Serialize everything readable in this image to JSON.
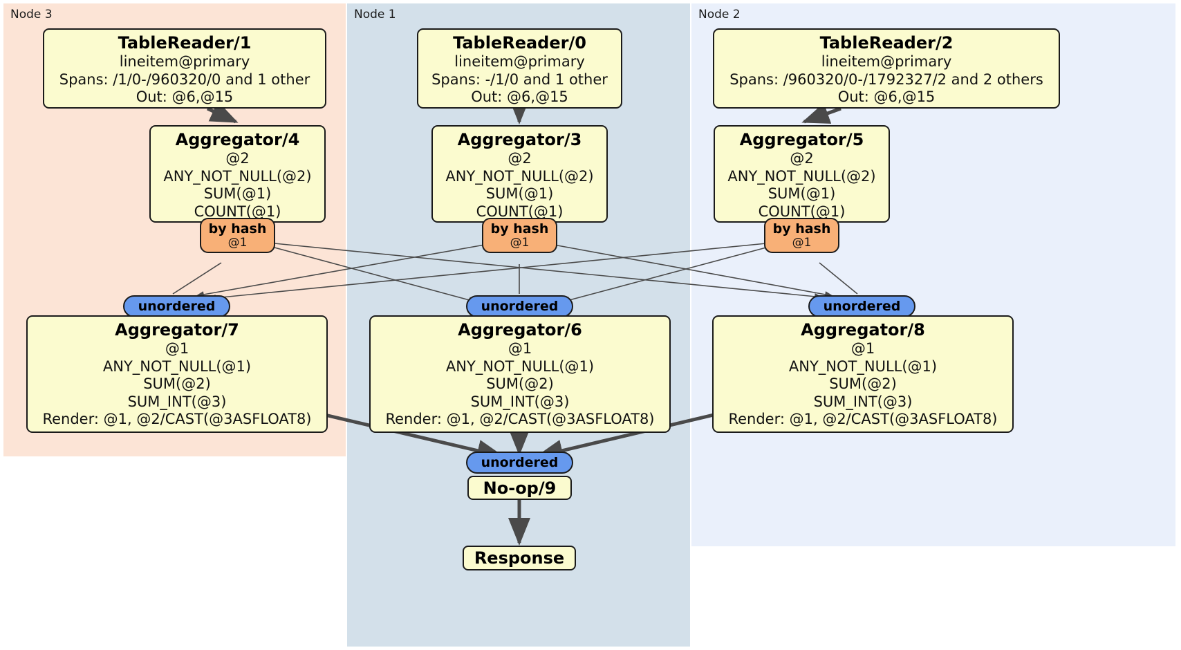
{
  "diagram": {
    "type": "distributed-query-plan",
    "colors": {
      "node3_region": "#fce4d6",
      "node1_region": "#d3e0ea",
      "node2_region": "#eaf0fb",
      "processor_box": "#fbfbcf",
      "by_hash_router": "#f8b077",
      "unordered_synchronizer": "#6699ee",
      "stroke": "#1a1a1a"
    }
  },
  "regions": [
    {
      "label": "Node 3"
    },
    {
      "label": "Node 1"
    },
    {
      "label": "Node 2"
    }
  ],
  "processors": {
    "table_reader_1": {
      "title": "TableReader/1",
      "lines": [
        "lineitem@primary",
        "Spans: /1/0-/960320/0 and 1 other",
        "Out: @6,@15"
      ]
    },
    "table_reader_0": {
      "title": "TableReader/0",
      "lines": [
        "lineitem@primary",
        "Spans: -/1/0 and 1 other",
        "Out: @6,@15"
      ]
    },
    "table_reader_2": {
      "title": "TableReader/2",
      "lines": [
        "lineitem@primary",
        "Spans: /960320/0-/1792327/2 and 2 others",
        "Out: @6,@15"
      ]
    },
    "aggregator_4": {
      "title": "Aggregator/4",
      "lines": [
        "@2",
        "ANY_NOT_NULL(@2)",
        "SUM(@1)",
        "COUNT(@1)"
      ]
    },
    "aggregator_3": {
      "title": "Aggregator/3",
      "lines": [
        "@2",
        "ANY_NOT_NULL(@2)",
        "SUM(@1)",
        "COUNT(@1)"
      ]
    },
    "aggregator_5": {
      "title": "Aggregator/5",
      "lines": [
        "@2",
        "ANY_NOT_NULL(@2)",
        "SUM(@1)",
        "COUNT(@1)"
      ]
    },
    "aggregator_7": {
      "title": "Aggregator/7",
      "lines": [
        "@1",
        "ANY_NOT_NULL(@1)",
        "SUM(@2)",
        "SUM_INT(@3)",
        "Render: @1, @2/CAST(@3ASFLOAT8)"
      ]
    },
    "aggregator_6": {
      "title": "Aggregator/6",
      "lines": [
        "@1",
        "ANY_NOT_NULL(@1)",
        "SUM(@2)",
        "SUM_INT(@3)",
        "Render: @1, @2/CAST(@3ASFLOAT8)"
      ]
    },
    "aggregator_8": {
      "title": "Aggregator/8",
      "lines": [
        "@1",
        "ANY_NOT_NULL(@1)",
        "SUM(@2)",
        "SUM_INT(@3)",
        "Render: @1, @2/CAST(@3ASFLOAT8)"
      ]
    },
    "no_op_9": {
      "title": "No-op/9"
    },
    "response": {
      "title": "Response"
    }
  },
  "routers": {
    "hash_left": {
      "label": "by hash",
      "sub": "@1"
    },
    "hash_mid": {
      "label": "by hash",
      "sub": "@1"
    },
    "hash_right": {
      "label": "by hash",
      "sub": "@1"
    }
  },
  "synchronizers": {
    "unordered_left": {
      "label": "unordered"
    },
    "unordered_mid": {
      "label": "unordered"
    },
    "unordered_right": {
      "label": "unordered"
    },
    "unordered_final": {
      "label": "unordered"
    }
  }
}
